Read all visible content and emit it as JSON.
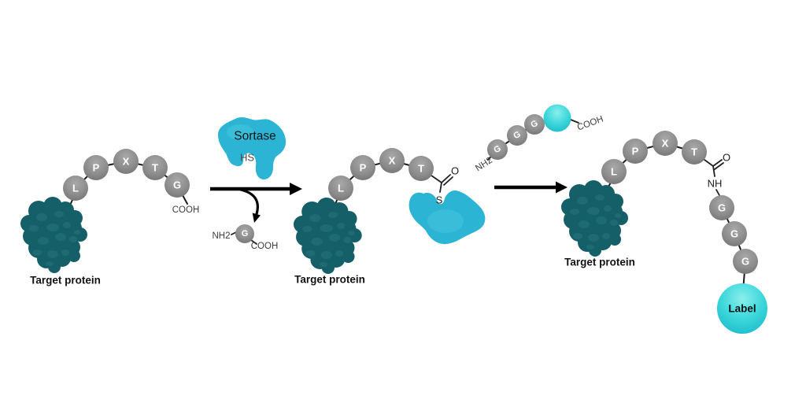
{
  "colors": {
    "background": "#ffffff",
    "protein_blob": "#155f68",
    "protein_blob_highlight": "#1f6d75",
    "enzyme_blob": "#2cb4d4",
    "residue_circle": "#8b8b8b",
    "label_ball": "#3ad6da",
    "bond_line": "#1f1f1f"
  },
  "substrate": {
    "residues": [
      "L",
      "P",
      "X",
      "T",
      "G"
    ],
    "c_terminus": "COOH",
    "protein_label": "Target protein"
  },
  "enzyme": {
    "name": "Sortase",
    "thiol_label": "HS"
  },
  "byproduct": {
    "n_terminus": "NH2",
    "residue": "G",
    "c_terminus": "COOH"
  },
  "intermediate": {
    "residues": [
      "L",
      "P",
      "X",
      "T"
    ],
    "carbonyl_o": "O",
    "thioester_s": "S",
    "protein_label": "Target protein"
  },
  "probe": {
    "n_terminus": "NH2",
    "residues": [
      "G",
      "G",
      "G"
    ],
    "c_terminus": "COOH"
  },
  "product": {
    "residues": [
      "L",
      "P",
      "X",
      "T"
    ],
    "carbonyl_o": "O",
    "amide_nh": "NH",
    "glycines": [
      "G",
      "G",
      "G"
    ],
    "label_text": "Label",
    "protein_label": "Target protein"
  }
}
